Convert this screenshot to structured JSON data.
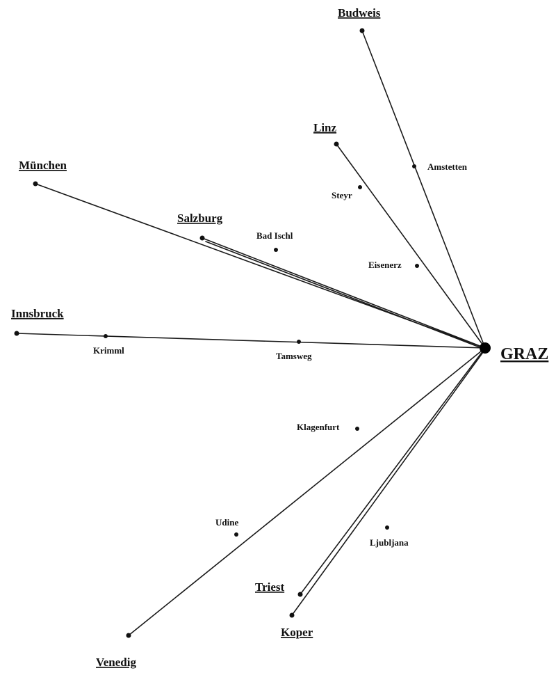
{
  "hub": {
    "label": "GRAZ"
  },
  "major_cities": {
    "budweis": "Budweis",
    "linz": "Linz",
    "muenchen": "München",
    "salzburg": "Salzburg",
    "innsbruck": "Innsbruck",
    "triest": "Triest",
    "koper": "Koper",
    "venedig": "Venedig"
  },
  "minor_places": {
    "amstetten": "Amstetten",
    "steyr": "Steyr",
    "bad_ischl": "Bad Ischl",
    "eisenerz": "Eisenerz",
    "krimml": "Krimml",
    "tamsweg": "Tamsweg",
    "klagenfurt": "Klagenfurt",
    "udine": "Udine",
    "ljubljana": "Ljubljana"
  }
}
